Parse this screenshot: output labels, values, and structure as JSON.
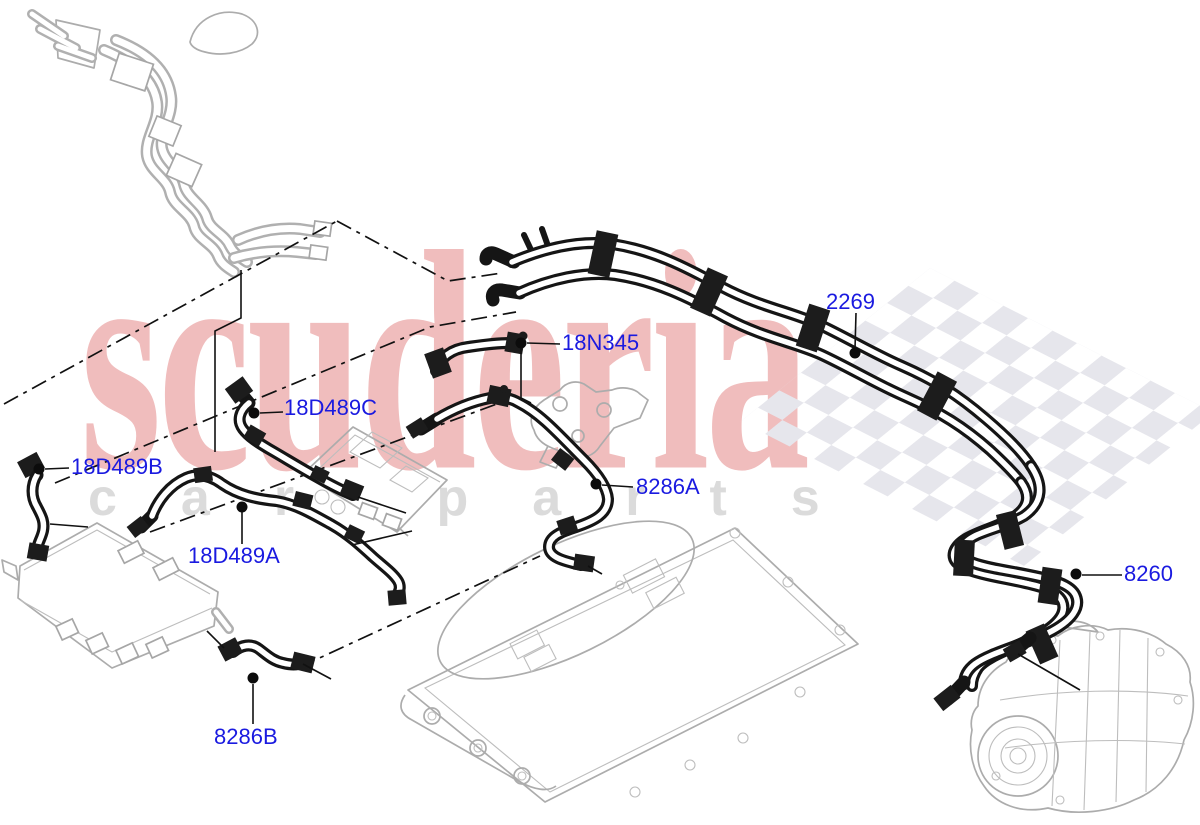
{
  "watermark": {
    "brand": "scuderia",
    "tagline": "car parts"
  },
  "part_labels": [
    {
      "code": "2269"
    },
    {
      "code": "18N345"
    },
    {
      "code": "18D489C"
    },
    {
      "code": "18D489B"
    },
    {
      "code": "18D489A"
    },
    {
      "code": "8286A"
    },
    {
      "code": "8286B"
    },
    {
      "code": "8260"
    }
  ],
  "colors": {
    "label_blue": "#1a1ae0",
    "watermark_pink": "#f0bdbd",
    "watermark_gray": "#dbdbdb",
    "checker_gray": "#e6e6ec",
    "line_black": "#151515",
    "ghost_gray": "#b0b0b0",
    "page_bg": "#ffffff"
  }
}
